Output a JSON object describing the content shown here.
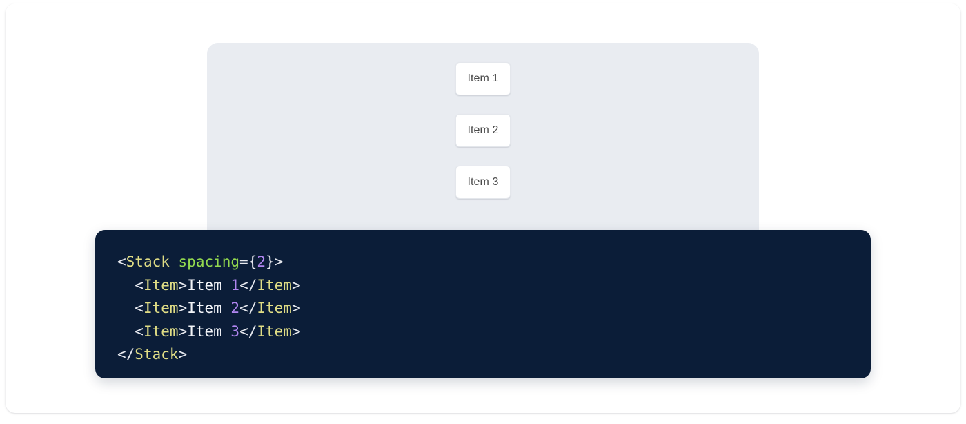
{
  "preview": {
    "panel_background": "#e9ecf1",
    "items": [
      {
        "label": "Item 1"
      },
      {
        "label": "Item 2"
      },
      {
        "label": "Item 3"
      }
    ]
  },
  "code": {
    "language": "jsx",
    "background": "#0b1d38",
    "colors": {
      "tag": "#e0dd85",
      "attribute": "#93d94f",
      "number": "#b186f0",
      "punctuation": "#e8eaf0",
      "text": "#f2f4f8"
    },
    "lines": [
      {
        "indent": "",
        "tokens": [
          {
            "t": "punct",
            "v": "<"
          },
          {
            "t": "tag",
            "v": "Stack"
          },
          {
            "t": "punct",
            "v": " "
          },
          {
            "t": "attr",
            "v": "spacing"
          },
          {
            "t": "punct",
            "v": "={"
          },
          {
            "t": "num",
            "v": "2"
          },
          {
            "t": "punct",
            "v": "}>"
          }
        ]
      },
      {
        "indent": "  ",
        "tokens": [
          {
            "t": "punct",
            "v": "<"
          },
          {
            "t": "tag",
            "v": "Item"
          },
          {
            "t": "punct",
            "v": ">"
          },
          {
            "t": "text",
            "v": "Item "
          },
          {
            "t": "num",
            "v": "1"
          },
          {
            "t": "punct",
            "v": "</"
          },
          {
            "t": "tag",
            "v": "Item"
          },
          {
            "t": "punct",
            "v": ">"
          }
        ]
      },
      {
        "indent": "  ",
        "tokens": [
          {
            "t": "punct",
            "v": "<"
          },
          {
            "t": "tag",
            "v": "Item"
          },
          {
            "t": "punct",
            "v": ">"
          },
          {
            "t": "text",
            "v": "Item "
          },
          {
            "t": "num",
            "v": "2"
          },
          {
            "t": "punct",
            "v": "</"
          },
          {
            "t": "tag",
            "v": "Item"
          },
          {
            "t": "punct",
            "v": ">"
          }
        ]
      },
      {
        "indent": "  ",
        "tokens": [
          {
            "t": "punct",
            "v": "<"
          },
          {
            "t": "tag",
            "v": "Item"
          },
          {
            "t": "punct",
            "v": ">"
          },
          {
            "t": "text",
            "v": "Item "
          },
          {
            "t": "num",
            "v": "3"
          },
          {
            "t": "punct",
            "v": "</"
          },
          {
            "t": "tag",
            "v": "Item"
          },
          {
            "t": "punct",
            "v": ">"
          }
        ]
      },
      {
        "indent": "",
        "tokens": [
          {
            "t": "punct",
            "v": "</"
          },
          {
            "t": "tag",
            "v": "Stack"
          },
          {
            "t": "punct",
            "v": ">"
          }
        ]
      }
    ]
  }
}
